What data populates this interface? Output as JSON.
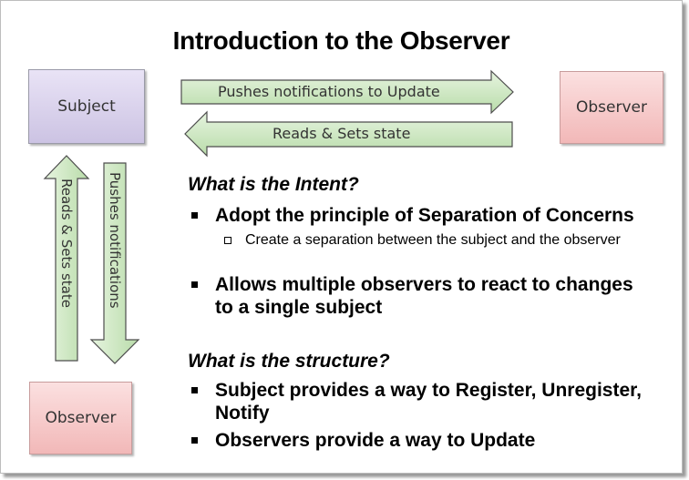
{
  "title": "Introduction to the Observer",
  "boxes": {
    "subject": "Subject",
    "observer_top": "Observer",
    "observer_bottom": "Observer"
  },
  "arrows": {
    "push_right": "Pushes notifications to Update",
    "reads_left": "Reads & Sets state",
    "reads_up": "Reads & Sets state",
    "push_down": "Pushes notifications"
  },
  "sections": [
    {
      "heading": "What is the Intent?",
      "bullets": [
        {
          "text": "Adopt the principle of Separation of Concerns",
          "sub": [
            "Create a separation between the subject and the observer"
          ]
        },
        {
          "text": "Allows multiple observers to react to changes to a single subject"
        }
      ]
    },
    {
      "heading": "What is the structure?",
      "bullets": [
        {
          "text": "Subject provides a way to Register, Unregister, Notify"
        },
        {
          "text": "Observers provide a way to Update"
        }
      ]
    }
  ],
  "colors": {
    "arrow_fill": "#cfe8c4",
    "arrow_stroke": "#4d4d4d",
    "subject_fill": "#ddd6f0",
    "observer_fill": "#f6c8c8"
  }
}
